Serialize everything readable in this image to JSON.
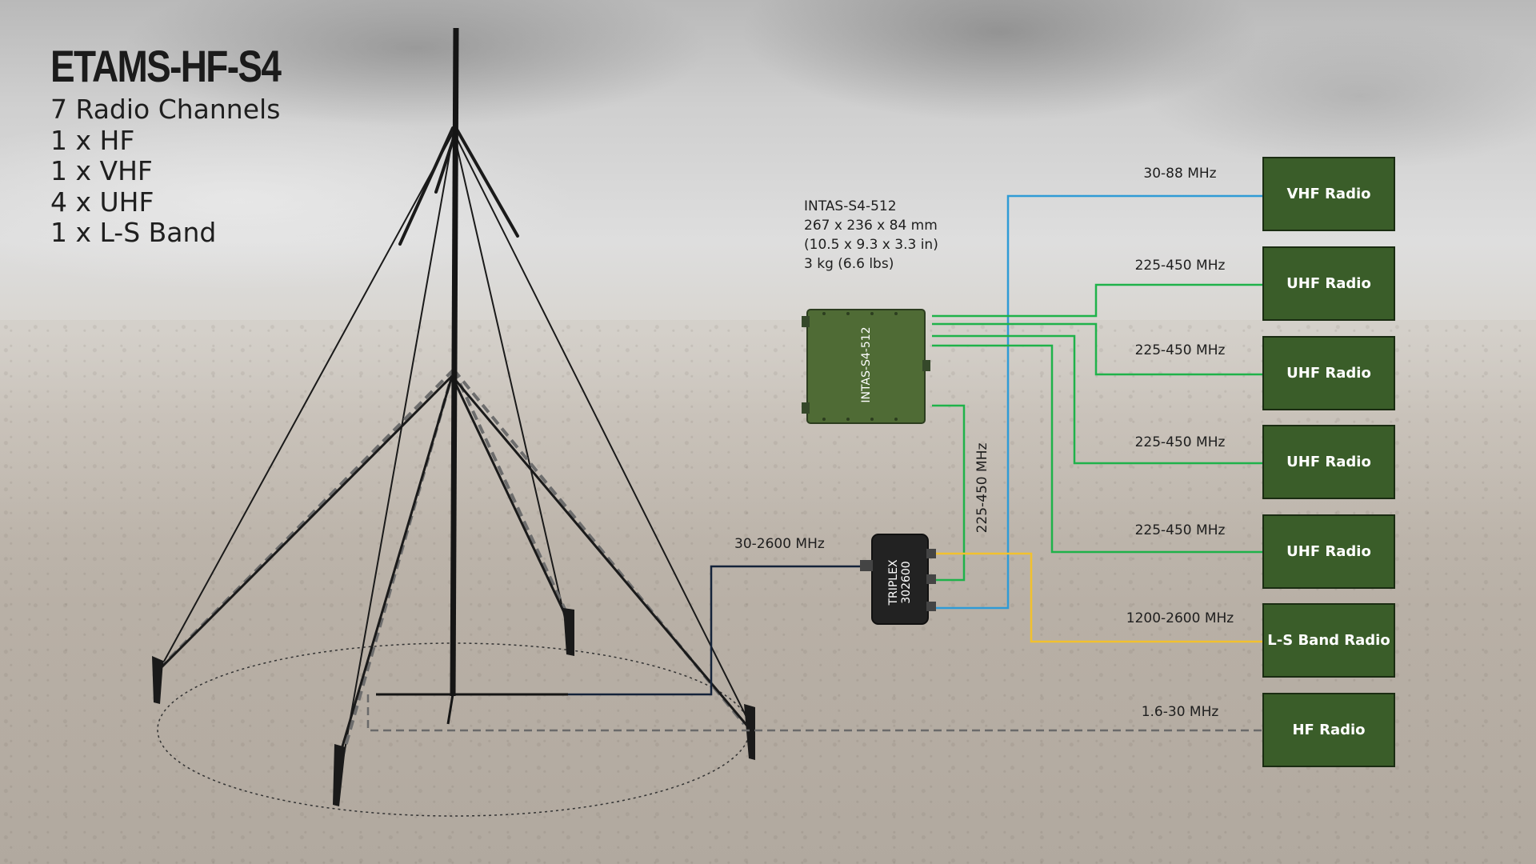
{
  "title": "ETAMS-HF-S4",
  "channels": [
    "7 Radio Channels",
    "1 x HF",
    "1 x VHF",
    "4 x UHF",
    "1 x L-S Band"
  ],
  "intas": {
    "specs": [
      "INTAS-S4-512",
      "267 x 236 x 84 mm",
      "(10.5 x 9.3 x 3.3 in)",
      "3 kg (6.6 lbs)"
    ],
    "device_label": "INTAS-S4-512"
  },
  "triplex": {
    "line1": "TRIPLEX",
    "line2": "302600"
  },
  "links": {
    "antenna_feed": "30-2600 MHz",
    "intas_to_triplex": "225-450 MHz"
  },
  "radios": [
    {
      "name": "VHF Radio",
      "freq": "30-88 MHz"
    },
    {
      "name": "UHF Radio",
      "freq": "225-450 MHz"
    },
    {
      "name": "UHF Radio",
      "freq": "225-450 MHz"
    },
    {
      "name": "UHF Radio",
      "freq": "225-450 MHz"
    },
    {
      "name": "UHF Radio",
      "freq": "225-450 MHz"
    },
    {
      "name": "L-S Band Radio",
      "freq": "1200-2600 MHz"
    },
    {
      "name": "HF Radio",
      "freq": "1.6-30 MHz"
    }
  ],
  "colors": {
    "vhf_line": "#2f9bd6",
    "uhf_line": "#1fb24a",
    "ls_line": "#f2c12e",
    "hf_line": "#6a6a6a",
    "feed_line": "#14233a",
    "radio_box": "#3a5d29"
  }
}
